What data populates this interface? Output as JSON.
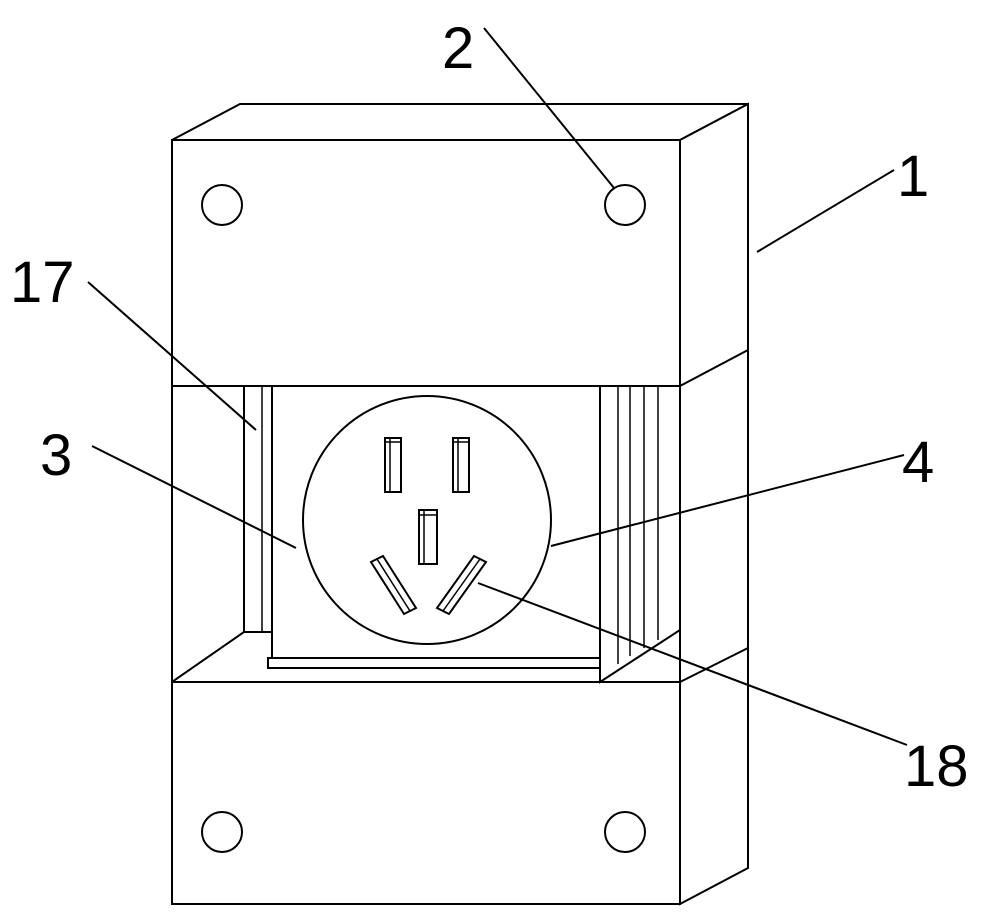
{
  "labels": {
    "housing": "1",
    "screw_hole": "2",
    "socket_panel": "3",
    "socket_face": "4",
    "side_rail": "17",
    "pin_slot": "18"
  }
}
